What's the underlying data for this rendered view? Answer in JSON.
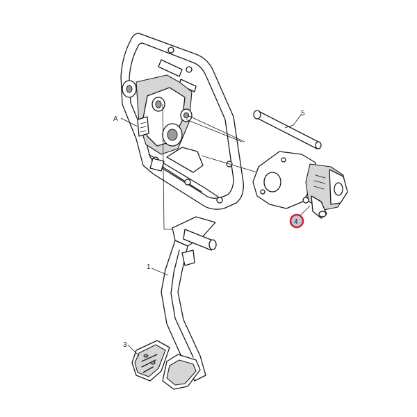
{
  "callouts": {
    "label_1": "1",
    "label_3": "3",
    "label_4": "4",
    "label_5": "5",
    "label_A": "A"
  },
  "highlight": {
    "ring_color": "#d4202a",
    "fill_color": "#b7c7dc"
  }
}
